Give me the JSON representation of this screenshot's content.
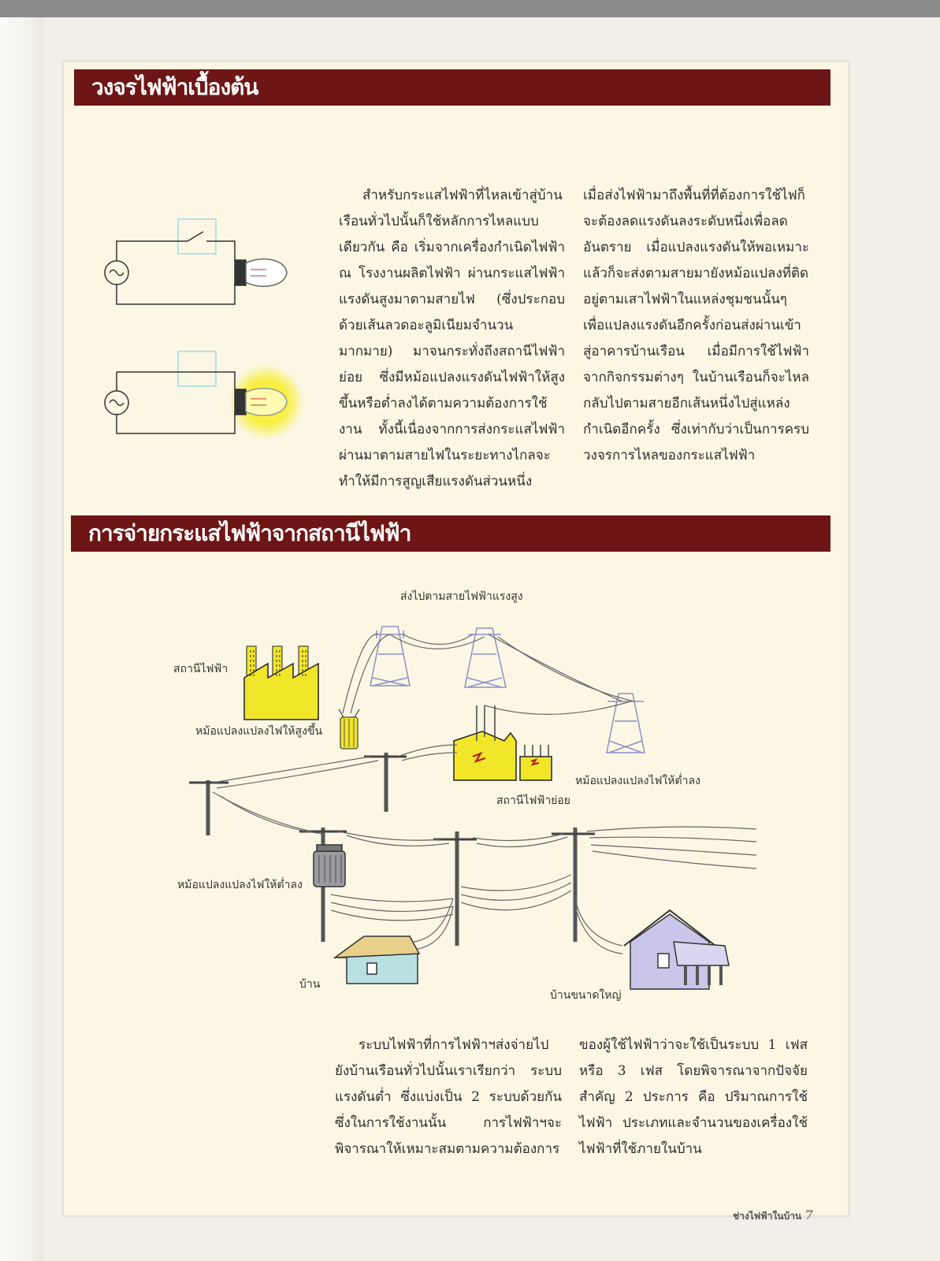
{
  "section1": {
    "title": "วงจรไฟฟ้าเบื้องต้น",
    "col1": "สำหรับกระแสไฟฟ้าที่ไหลเข้าสู่บ้านเรือนทั่วไปนั้นก็ใช้หลักการไหลแบบเดียวกัน คือ เริ่มจากเครื่องกำเนิดไฟฟ้า ณ โรงงานผลิตไฟฟ้า ผ่านกระแสไฟฟ้าแรงดันสูงมาตามสายไฟ (ซึ่งประกอบด้วยเส้นลวดอะลูมิเนียมจำนวนมากมาย) มาจนกระทั่งถึงสถานีไฟฟ้าย่อย ซึ่งมีหม้อแปลงแรงดันไฟฟ้าให้สูงขึ้นหรือต่ำลงได้ตามความต้องการใช้งาน ทั้งนี้เนื่องจากการส่งกระแสไฟฟ้าผ่านมาตามสายไฟในระยะทางไกลจะทำให้มีการสูญเสียแรงดันส่วนหนึ่ง",
    "col2": "เมื่อส่งไฟฟ้ามาถึงพื้นที่ที่ต้องการใช้ไฟก็จะต้องลดแรงดันลงระดับหนึ่งเพื่อลดอันตราย เมื่อแปลงแรงดันให้พอเหมาะแล้วก็จะส่งตามสายมายังหม้อแปลงที่ติดอยู่ตามเสาไฟฟ้าในแหล่งชุมชนนั้นๆ เพื่อแปลงแรงดันอีกครั้งก่อนส่งผ่านเข้าสู่อาคารบ้านเรือน เมื่อมีการใช้ไฟฟ้าจากกิจกรรมต่างๆ ในบ้านเรือนก็จะไหลกลับไปตามสายอีกเส้นหนึ่งไปสู่แหล่งกำเนิดอีกครั้ง ซึ่งเท่ากับว่าเป็นการครบวงจรการไหลของกระแสไฟฟ้า"
  },
  "section2": {
    "title": "การจ่ายกระแสไฟฟ้าจากสถานีไฟฟ้า",
    "col1": "ระบบไฟฟ้าที่การไฟฟ้าฯส่งจ่ายไปยังบ้านเรือนทั่วไปนั้นเราเรียกว่า ระบบแรงดันต่ำ ซึ่งแบ่งเป็น 2 ระบบด้วยกัน ซึ่งในการใช้งานนั้น การไฟฟ้าฯจะพิจารณาให้เหมาะสมตามความต้องการ",
    "col2": "ของผู้ใช้ไฟฟ้าว่าจะใช้เป็นระบบ 1 เฟส หรือ 3 เฟส โดยพิจารณาจากปัจจัยสำคัญ 2 ประการ คือ ปริมาณการใช้ไฟฟ้า ประเภทและจำนวนของเครื่องใช้ไฟฟ้าที่ใช้ภายในบ้าน"
  },
  "diagram": {
    "label_hv": "ส่งไปตามสายไฟฟ้าแรงสูง",
    "label_station": "สถานีไฟฟ้า",
    "label_stepup": "หม้อแปลงแปลงไฟให้สูงขึ้น",
    "label_stepdown_sub": "หม้อแปลงแปลงไฟให้ต่ำลง",
    "label_substation": "สถานีไฟฟ้าย่อย",
    "label_stepdown_pole": "หม้อแปลงแปลงไฟให้ต่ำลง",
    "label_house": "บ้าน",
    "label_bighouse": "บ้านขนาดใหญ่"
  },
  "footer": {
    "text": "ช่างไฟฟ้าในบ้าน",
    "page": "7"
  },
  "colors": {
    "banner": "#6e1616",
    "paper": "#fbf7e4",
    "yellow": "#f2e62a"
  }
}
